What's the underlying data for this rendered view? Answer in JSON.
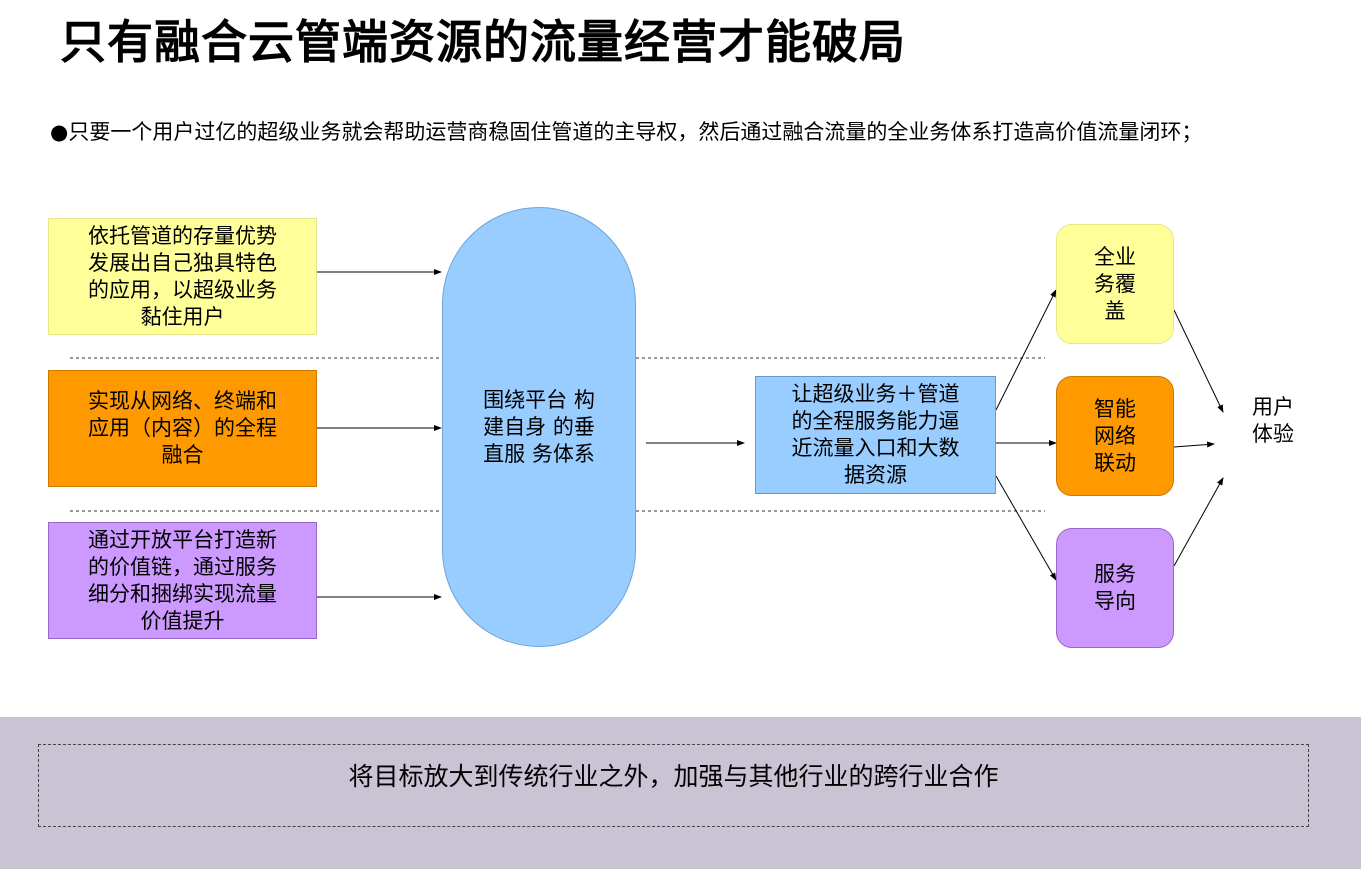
{
  "title": "只有融合云管端资源的流量经营才能破局",
  "bullet": "●只要一个用户过亿的超级业务就会帮助运营商稳固住管道的主导权，然后通过融合流量的全业务体系打造高价值流量闭环；",
  "left_boxes": [
    {
      "lines": [
        "依托管道的存量优势",
        "发展出自己独具特色",
        "的应用，以超级业务",
        "黏住用户"
      ],
      "color": "#ffff99"
    },
    {
      "lines": [
        "实现从网络、终端和",
        "应用（内容）的全程",
        "融合"
      ],
      "color": "#ff9900"
    },
    {
      "lines": [
        "通过开放平台打造新",
        "的价值链，通过服务",
        "细分和捆绑实现流量",
        "价值提升"
      ],
      "color": "#cc99ff"
    }
  ],
  "center_pill": {
    "lines": [
      "围绕平台",
      "构建自身",
      "的垂直服",
      "务体系"
    ],
    "color": "#99ccff"
  },
  "middle_box": {
    "lines": [
      "让超级业务＋管道",
      "的全程服务能力逼",
      "近流量入口和大数",
      "据资源"
    ],
    "color": "#99ccff"
  },
  "right_boxes": [
    {
      "lines": [
        "全业",
        "务覆",
        "盖"
      ],
      "color": "#ffff99"
    },
    {
      "lines": [
        "智能",
        "网络",
        "联动"
      ],
      "color": "#ff9900"
    },
    {
      "lines": [
        "服务",
        "导向"
      ],
      "color": "#cc99ff"
    }
  ],
  "user_experience": {
    "lines": [
      "用户",
      "体验"
    ]
  },
  "footer": {
    "text": "将目标放大到传统行业之外，加强与其他行业的跨行业合作",
    "background": "#c9c3d3"
  }
}
